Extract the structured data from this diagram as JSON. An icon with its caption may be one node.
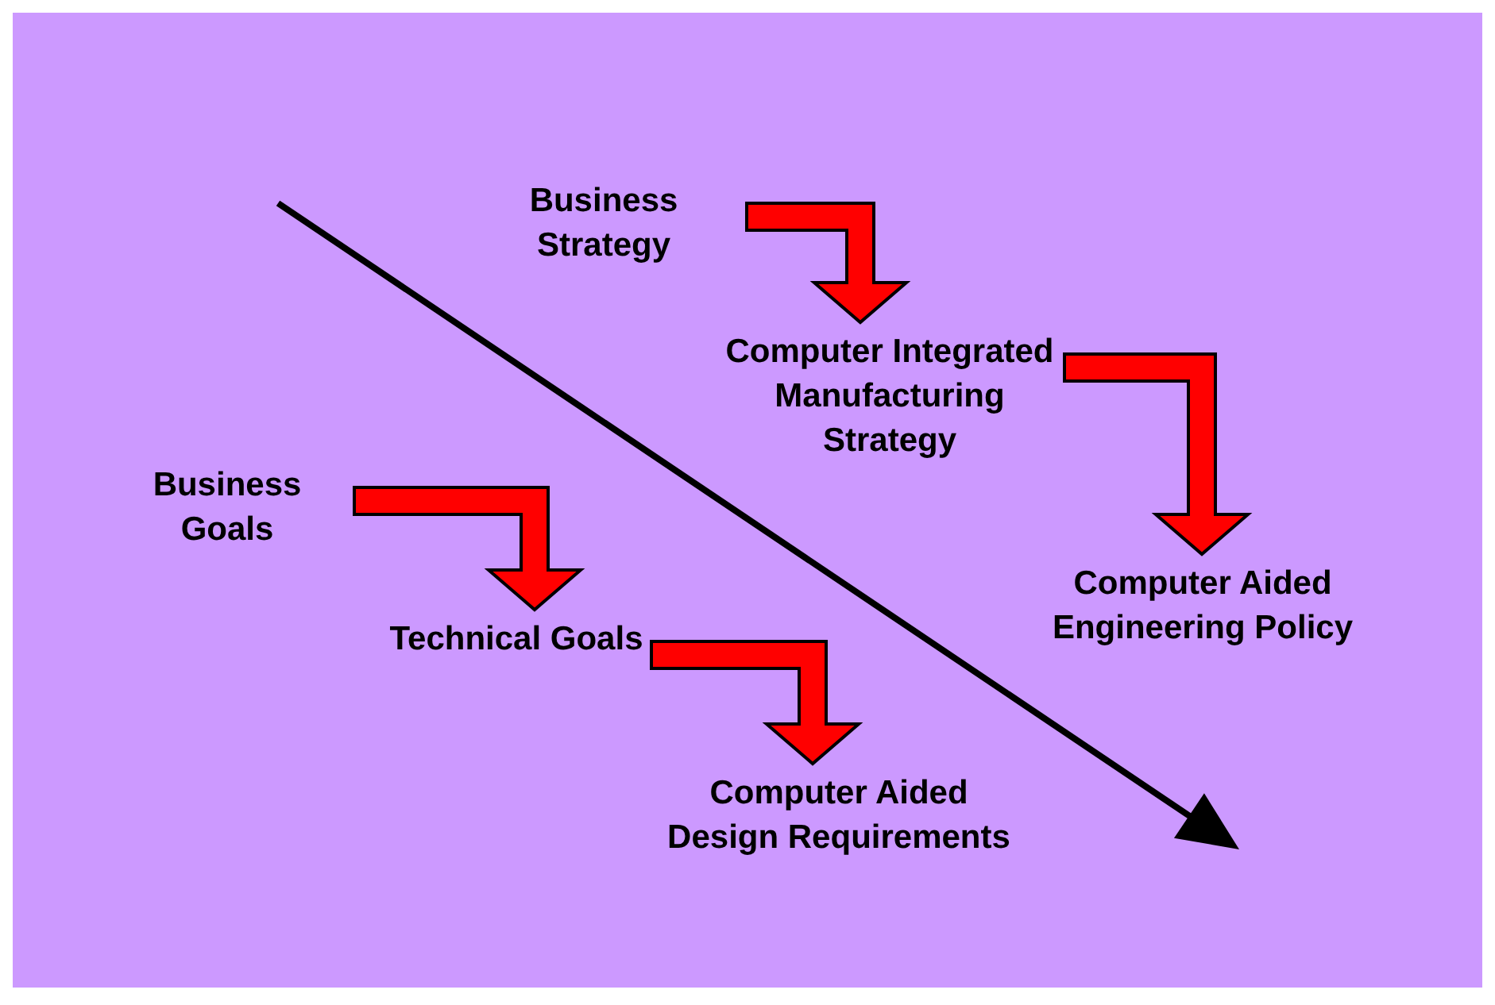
{
  "diagram": {
    "nodes": [
      {
        "text": [
          "Business Strategy"
        ]
      },
      {
        "text": [
          "Computer Integrated Manufacturing Strategy"
        ]
      },
      {
        "text": [
          "Computer Aided Engineering Policy"
        ]
      },
      {
        "text": [
          "Business Goals"
        ]
      },
      {
        "text": [
          "Technical Goals"
        ]
      },
      {
        "text": [
          "Computer Aided Design Requirements"
        ]
      }
    ],
    "edges": [
      {
        "from": 0,
        "to": 1,
        "arrow": "to",
        "style": "thick"
      },
      {
        "from": 1,
        "to": 2,
        "arrow": "to",
        "style": "thick"
      },
      {
        "from": 3,
        "to": 4,
        "arrow": "to",
        "style": "thick"
      },
      {
        "from": 4,
        "to": 5,
        "arrow": "to",
        "style": "thick"
      }
    ]
  }
}
